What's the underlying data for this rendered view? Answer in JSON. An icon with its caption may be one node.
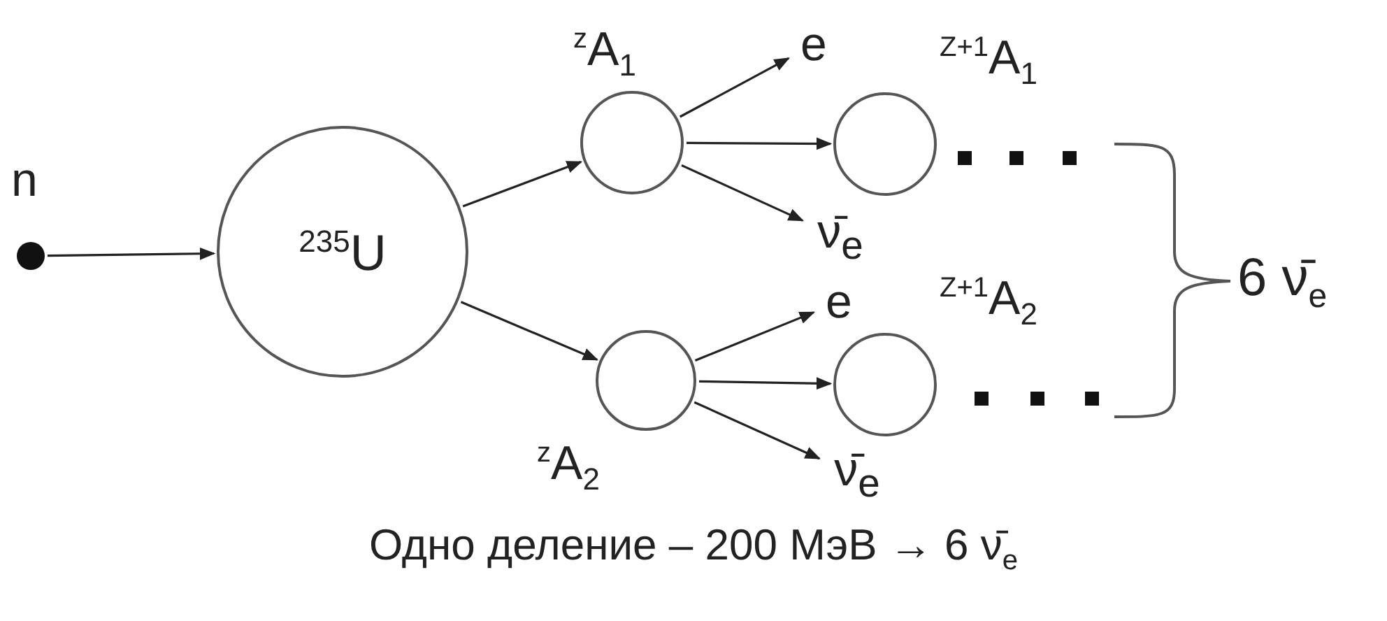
{
  "diagram": {
    "caption": "Одно деление – 200 МэВ → 6 ν̄$_{e}$",
    "nodes": [
      {
        "text": [],
        "shape": "circle",
        "beside": [
          "n"
        ]
      },
      {
        "text": [
          "$^{235}$U"
        ]
      },
      {
        "text": [],
        "shape": "circle",
        "beside": [
          "$^{z}$A$_{1}$"
        ]
      },
      {
        "text": [],
        "shape": "circle",
        "beside": [
          "$^{z}$A$_{2}$"
        ]
      },
      {
        "text": [
          "e"
        ]
      },
      {
        "text": [],
        "shape": "circle",
        "beside": [
          "$^{Z+1}$A$_{1}$"
        ]
      },
      {
        "text": [
          "ν̄$_{e}$"
        ]
      },
      {
        "text": [
          "e"
        ]
      },
      {
        "text": [],
        "shape": "circle",
        "beside": [
          "$^{Z+1}$A$_{2}$"
        ]
      },
      {
        "text": [
          "ν̄$_{e}$"
        ]
      }
    ],
    "edges": [
      {
        "from": 0,
        "to": 1,
        "arrow": "to"
      },
      {
        "from": 1,
        "to": 2,
        "arrow": "to"
      },
      {
        "from": 1,
        "to": 3,
        "arrow": "to"
      },
      {
        "from": 2,
        "to": 4,
        "arrow": "to"
      },
      {
        "from": 2,
        "to": 5,
        "arrow": "to"
      },
      {
        "from": 2,
        "to": 6,
        "arrow": "to"
      },
      {
        "from": 3,
        "to": 7,
        "arrow": "to"
      },
      {
        "from": 3,
        "to": 8,
        "arrow": "to"
      },
      {
        "from": 3,
        "to": 9,
        "arrow": "to"
      }
    ],
    "labels": [
      "6 ν̄$_{e}$"
    ]
  }
}
